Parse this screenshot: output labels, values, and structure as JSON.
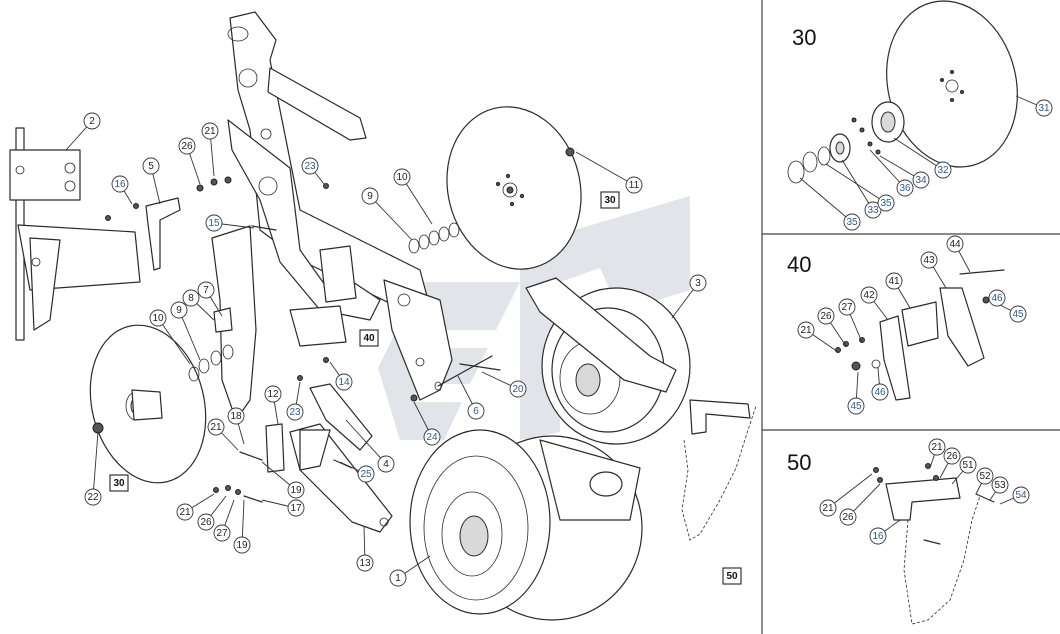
{
  "panels": [
    {
      "label": "30"
    },
    {
      "label": "40"
    },
    {
      "label": "50"
    }
  ],
  "callouts": [
    {
      "label": "1"
    },
    {
      "label": "2"
    },
    {
      "label": "3"
    },
    {
      "label": "4"
    },
    {
      "label": "5"
    },
    {
      "label": "6"
    },
    {
      "label": "7"
    },
    {
      "label": "8"
    },
    {
      "label": "9"
    },
    {
      "label": "9"
    },
    {
      "label": "10"
    },
    {
      "label": "10"
    },
    {
      "label": "11"
    },
    {
      "label": "12"
    },
    {
      "label": "13"
    },
    {
      "label": "14"
    },
    {
      "label": "15"
    },
    {
      "label": "16"
    },
    {
      "label": "17"
    },
    {
      "label": "18"
    },
    {
      "label": "19"
    },
    {
      "label": "19"
    },
    {
      "label": "20"
    },
    {
      "label": "21"
    },
    {
      "label": "21"
    },
    {
      "label": "21"
    },
    {
      "label": "22"
    },
    {
      "label": "23"
    },
    {
      "label": "23"
    },
    {
      "label": "24"
    },
    {
      "label": "25"
    },
    {
      "label": "26"
    },
    {
      "label": "26"
    },
    {
      "label": "27"
    },
    {
      "label": "31"
    },
    {
      "label": "32"
    },
    {
      "label": "33"
    },
    {
      "label": "34"
    },
    {
      "label": "35"
    },
    {
      "label": "35"
    },
    {
      "label": "36"
    },
    {
      "label": "21"
    },
    {
      "label": "26"
    },
    {
      "label": "27"
    },
    {
      "label": "41"
    },
    {
      "label": "42"
    },
    {
      "label": "43"
    },
    {
      "label": "44"
    },
    {
      "label": "45"
    },
    {
      "label": "45"
    },
    {
      "label": "46"
    },
    {
      "label": "46"
    },
    {
      "label": "21"
    },
    {
      "label": "26"
    },
    {
      "label": "51"
    },
    {
      "label": "52"
    },
    {
      "label": "53"
    },
    {
      "label": "54"
    },
    {
      "label": "21"
    },
    {
      "label": "26"
    },
    {
      "label": "16"
    }
  ],
  "assembly_refs": [
    {
      "label": "30"
    },
    {
      "label": "30"
    },
    {
      "label": "40"
    },
    {
      "label": "50"
    }
  ]
}
